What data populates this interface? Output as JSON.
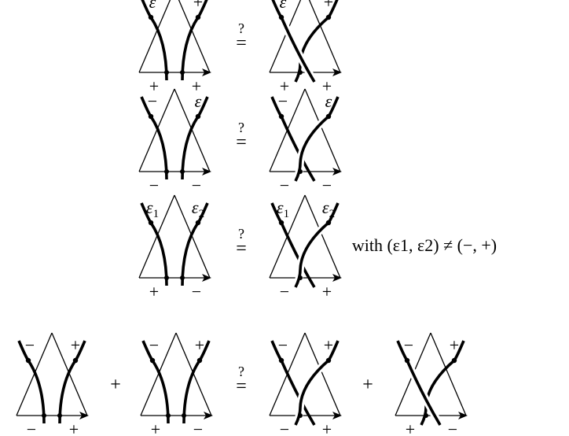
{
  "equation_symbol": "?",
  "equals_symbol": "=",
  "plus_operator": "+",
  "rows": [
    {
      "lhs": [
        {
          "top_left": "ε",
          "top_left_sub": "",
          "top_right": "+",
          "top_right_sub": "",
          "bottom_left": "+",
          "bottom_right": "+",
          "crossing": false
        }
      ],
      "rhs": [
        {
          "top_left": "ε",
          "top_left_sub": "",
          "top_right": "+",
          "top_right_sub": "",
          "bottom_left": "+",
          "bottom_right": "+",
          "crossing": true,
          "over_from": "left"
        }
      ],
      "note": ""
    },
    {
      "lhs": [
        {
          "top_left": "−",
          "top_left_sub": "",
          "top_right": "ε",
          "top_right_sub": "",
          "bottom_left": "−",
          "bottom_right": "−",
          "crossing": false
        }
      ],
      "rhs": [
        {
          "top_left": "−",
          "top_left_sub": "",
          "top_right": "ε",
          "top_right_sub": "",
          "bottom_left": "−",
          "bottom_right": "−",
          "crossing": true,
          "over_from": "right"
        }
      ],
      "note": ""
    },
    {
      "lhs": [
        {
          "top_left": "ε",
          "top_left_sub": "1",
          "top_right": "ε",
          "top_right_sub": "2",
          "bottom_left": "+",
          "bottom_right": "−",
          "crossing": false
        }
      ],
      "rhs": [
        {
          "top_left": "ε",
          "top_left_sub": "1",
          "top_right": "ε",
          "top_right_sub": "2",
          "bottom_left": "−",
          "bottom_right": "+",
          "crossing": true,
          "over_from": "right"
        }
      ],
      "note": "with (ε1, ε2) ≠ (−, +)"
    },
    {
      "lhs": [
        {
          "top_left": "−",
          "top_left_sub": "",
          "top_right": "+",
          "top_right_sub": "",
          "bottom_left": "−",
          "bottom_right": "+",
          "crossing": false
        },
        {
          "top_left": "−",
          "top_left_sub": "",
          "top_right": "+",
          "top_right_sub": "",
          "bottom_left": "+",
          "bottom_right": "−",
          "crossing": false
        }
      ],
      "rhs": [
        {
          "top_left": "−",
          "top_left_sub": "",
          "top_right": "+",
          "top_right_sub": "",
          "bottom_left": "−",
          "bottom_right": "+",
          "crossing": true,
          "over_from": "right"
        },
        {
          "top_left": "−",
          "top_left_sub": "",
          "top_right": "+",
          "top_right_sub": "",
          "bottom_left": "+",
          "bottom_right": "−",
          "crossing": true,
          "over_from": "left"
        }
      ],
      "note": ""
    }
  ]
}
